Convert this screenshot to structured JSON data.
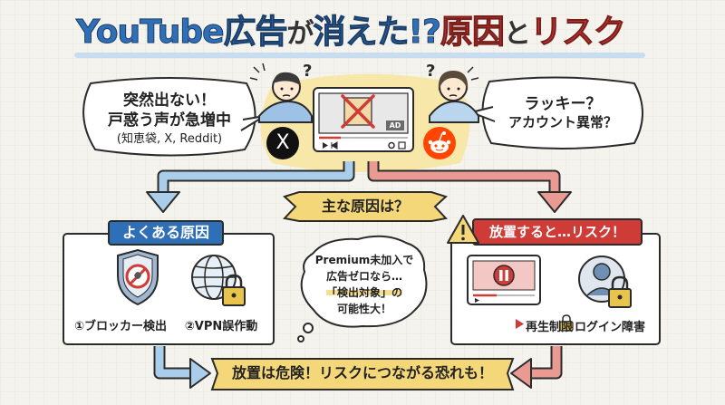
{
  "title": {
    "part1": "YouTube広告",
    "part2": "が",
    "part3": "消えた!?",
    "part4": "原因",
    "part5": "と",
    "part6": "リスク"
  },
  "left_bubble": {
    "line1": "突然出ない！",
    "line2": "戸惑う声が急増中",
    "line3": "(知恵袋, X, Reddit)"
  },
  "right_bubble": {
    "line1": "ラッキー？",
    "line2": "アカウント異常？"
  },
  "video": {
    "ad_label": "AD"
  },
  "x_logo": "X",
  "center_banner": "主な原因は？",
  "left_panel": {
    "header": "よくある原因",
    "item1": "①ブロッカー検出",
    "item2": "②VPN誤作動"
  },
  "center_thought": {
    "line1": "Premium未加入で",
    "line2": "広告ゼロなら…",
    "line3": "「検出対象」の",
    "line4": "可能性大！"
  },
  "right_panel": {
    "header": "放置すると…リスク！",
    "item1": "再生制限",
    "item2": "ログイン障害"
  },
  "bottom_banner": "放置は危険！リスクにつながる恐れも！",
  "colors": {
    "blue": "#2f6fb7",
    "red": "#cf3b36",
    "arrow_blue": "#a9cdea",
    "arrow_red": "#e99a93",
    "banner": "#f3d778",
    "reddit": "#ff4500",
    "bg": "#f4f3ee"
  }
}
